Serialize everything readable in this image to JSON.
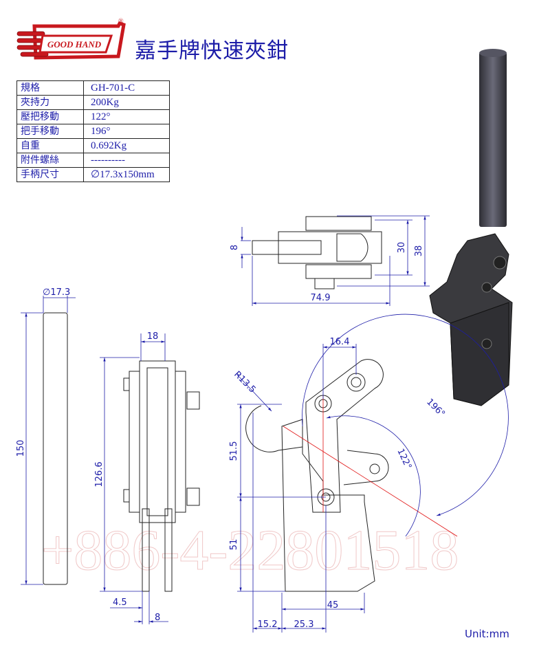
{
  "brand": {
    "logo_text": "GOOD HAND",
    "registered": "®",
    "title": "嘉手牌快速夾鉗"
  },
  "spec_table": [
    {
      "label": "規格",
      "value": "GH-701-C"
    },
    {
      "label": "夾持力",
      "value": "200Kg"
    },
    {
      "label": "壓把移動",
      "value": "122°"
    },
    {
      "label": "把手移動",
      "value": "196°"
    },
    {
      "label": "自重",
      "value": "0.692Kg"
    },
    {
      "label": "附件螺絲",
      "value": "----------"
    },
    {
      "label": "手柄尺寸",
      "value": "∅17.3x150mm"
    }
  ],
  "watermark": {
    "phone": "+886-4-22801518"
  },
  "dimensions": {
    "handle_diameter": "∅17.3",
    "handle_length": "150",
    "front_width": "18",
    "front_height": "126.6",
    "front_offset": "4.5",
    "front_thickness": "8",
    "top_width": "8",
    "top_inner": "30",
    "top_outer": "38",
    "top_length": "74.9",
    "side_pivot": "16.4",
    "side_radius": "R13.5",
    "side_upper": "51.5",
    "side_lower": "51",
    "side_base": "45",
    "side_offset": "15.2",
    "side_gap": "25.3",
    "angle_clamp": "122°",
    "angle_handle": "196°"
  },
  "unit_label": "Unit:mm",
  "colors": {
    "accent": "#1c1ca8",
    "logo": "#c8181e",
    "centerline": "#e01010",
    "body": "#3a3a3e"
  }
}
